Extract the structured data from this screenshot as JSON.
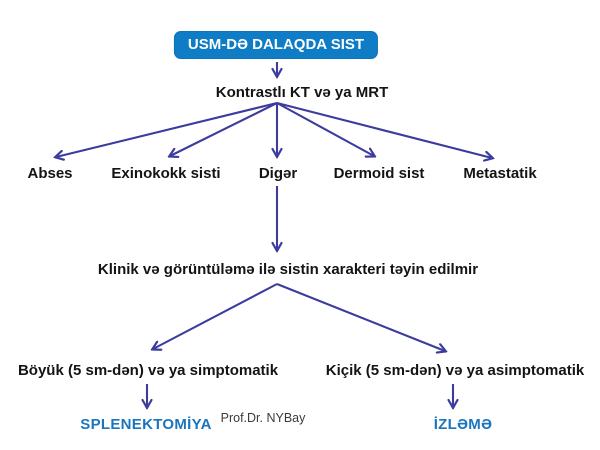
{
  "colors": {
    "title_bg": "#0e7dc6",
    "title_text": "#ffffff",
    "arrow": "#3c3c9f",
    "outcome_text": "#1b75bc",
    "body_text": "#141414",
    "credit_text": "#3a3a3a",
    "background": "#ffffff"
  },
  "flowchart": {
    "title": "USM-DƏ DALAQDA SIST",
    "modality": "Kontrastlı KT və ya MRT",
    "differentials": [
      "Abses",
      "Exinokokk sisti",
      "Digər",
      "Dermoid sist",
      "Metastatik"
    ],
    "assessment": "Klinik və görüntüləmə ilə sistin xarakteri təyin edilmir",
    "branch_large": "Böyük (5 sm-dən) və ya simptomatik",
    "branch_small": "Kiçik (5 sm-dən) və ya asimptomatik",
    "outcome_large": "SPLENEKTOMİYA",
    "outcome_small": "İZLƏMƏ",
    "credit": "Prof.Dr. NYBay"
  }
}
